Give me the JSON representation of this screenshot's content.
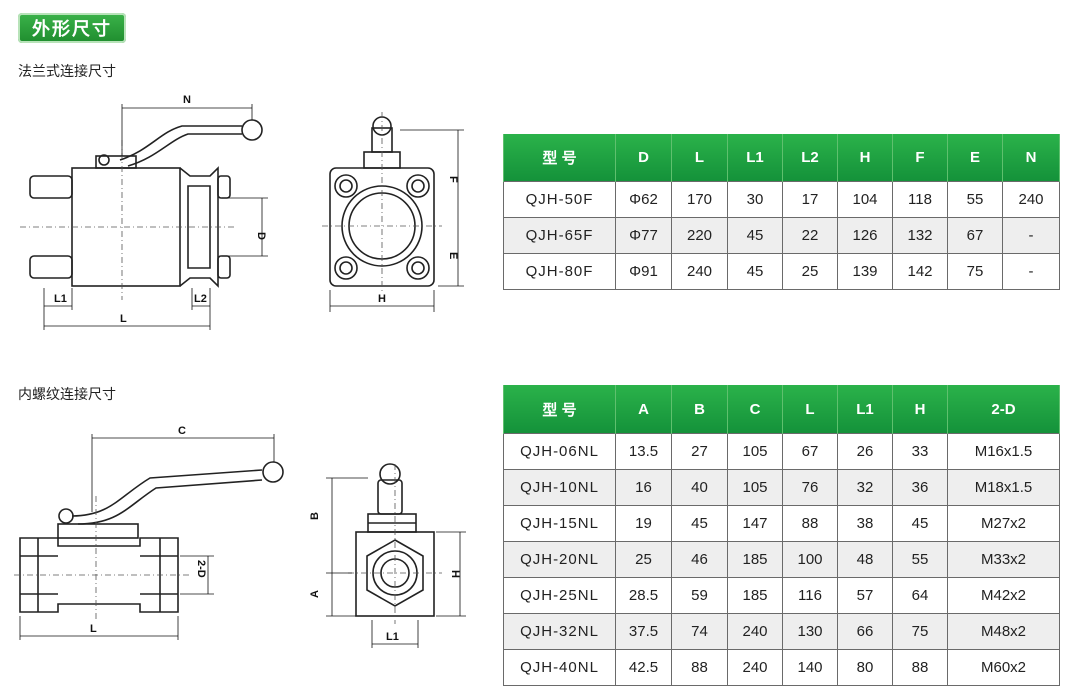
{
  "header": {
    "badge": "外形尺寸"
  },
  "section1": {
    "title": "法兰式连接尺寸",
    "dims": {
      "N": "N",
      "D": "D",
      "L1": "L1",
      "L2": "L2",
      "L": "L",
      "F": "F",
      "E": "E",
      "H": "H"
    },
    "table": {
      "headers": [
        "型 号",
        "D",
        "L",
        "L1",
        "L2",
        "H",
        "F",
        "E",
        "N"
      ],
      "rows": [
        [
          "QJH-50F",
          "Φ62",
          "170",
          "30",
          "17",
          "104",
          "118",
          "55",
          "240"
        ],
        [
          "QJH-65F",
          "Φ77",
          "220",
          "45",
          "22",
          "126",
          "132",
          "67",
          "-"
        ],
        [
          "QJH-80F",
          "Φ91",
          "240",
          "45",
          "25",
          "139",
          "142",
          "75",
          "-"
        ]
      ]
    }
  },
  "section2": {
    "title": "内螺纹连接尺寸",
    "dims": {
      "C": "C",
      "twoD": "2-D",
      "L": "L",
      "B": "B",
      "A": "A",
      "H": "H",
      "L1": "L1"
    },
    "table": {
      "headers": [
        "型 号",
        "A",
        "B",
        "C",
        "L",
        "L1",
        "H",
        "2-D"
      ],
      "rows": [
        [
          "QJH-06NL",
          "13.5",
          "27",
          "105",
          "67",
          "26",
          "33",
          "M16x1.5"
        ],
        [
          "QJH-10NL",
          "16",
          "40",
          "105",
          "76",
          "32",
          "36",
          "M18x1.5"
        ],
        [
          "QJH-15NL",
          "19",
          "45",
          "147",
          "88",
          "38",
          "45",
          "M27x2"
        ],
        [
          "QJH-20NL",
          "25",
          "46",
          "185",
          "100",
          "48",
          "55",
          "M33x2"
        ],
        [
          "QJH-25NL",
          "28.5",
          "59",
          "185",
          "116",
          "57",
          "64",
          "M42x2"
        ],
        [
          "QJH-32NL",
          "37.5",
          "74",
          "240",
          "130",
          "66",
          "75",
          "M48x2"
        ],
        [
          "QJH-40NL",
          "42.5",
          "88",
          "240",
          "140",
          "80",
          "88",
          "M60x2"
        ]
      ]
    }
  }
}
